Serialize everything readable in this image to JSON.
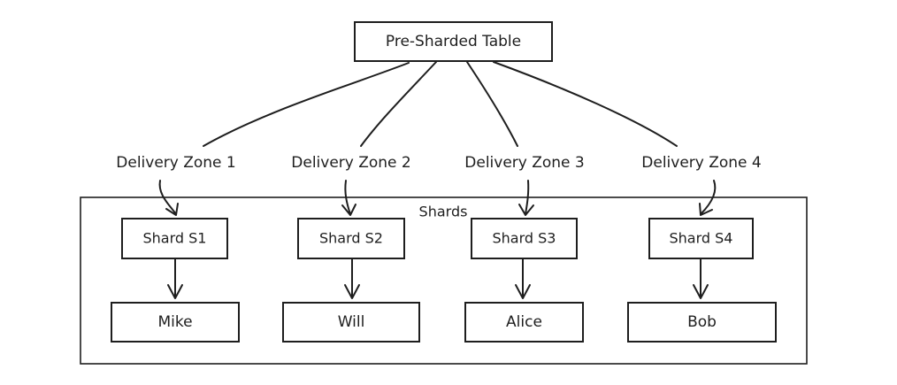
{
  "root": {
    "label": "Pre-Sharded Table"
  },
  "group": {
    "label": "Shards"
  },
  "zones": [
    {
      "label": "Delivery Zone 1",
      "shard": "Shard S1",
      "user": "Mike"
    },
    {
      "label": "Delivery Zone 2",
      "shard": "Shard S2",
      "user": "Will"
    },
    {
      "label": "Delivery Zone 3",
      "shard": "Shard S3",
      "user": "Alice"
    },
    {
      "label": "Delivery Zone 4",
      "shard": "Shard S4",
      "user": "Bob"
    }
  ],
  "colors": {
    "stroke": "#1e1e1e",
    "background": "#ffffff"
  }
}
